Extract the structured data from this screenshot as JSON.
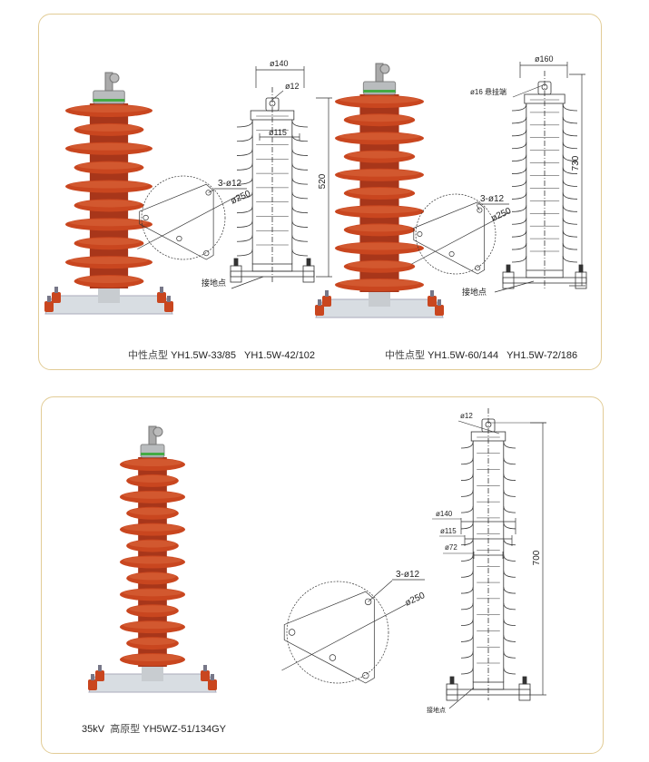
{
  "colors": {
    "border": "#e2cc96",
    "arrester_body": "#c9461f",
    "arrester_shade": "#a8361a",
    "drawing_line": "#333333"
  },
  "products": [
    {
      "caption_type": "中性点型",
      "caption_models": "YH1.5W-33/85   YH1.5W-42/102",
      "drawing": {
        "top_width": "ø140",
        "terminal": "ø12",
        "shed_dia": "ø115",
        "height": "520",
        "holes": "3-ø12",
        "base_dia": "ø250",
        "ground": "接地点"
      }
    },
    {
      "caption_type": "中性点型",
      "caption_models": "YH1.5W-60/144   YH1.5W-72/186",
      "drawing": {
        "top_width": "ø160",
        "terminal": "ø16 悬挂端",
        "height": "730",
        "holes": "3-ø12",
        "base_dia": "ø250",
        "ground": "接地点"
      }
    },
    {
      "caption_voltage": "35kV",
      "caption_type": "高原型",
      "caption_models": "YH5WZ-51/134GY",
      "drawing": {
        "terminal": "ø12",
        "top_width": "ø140",
        "shed_dia": "ø115",
        "core_dia": "ø72",
        "height": "700",
        "holes": "3-ø12",
        "base_dia": "ø250",
        "ground": "接地点"
      }
    }
  ]
}
